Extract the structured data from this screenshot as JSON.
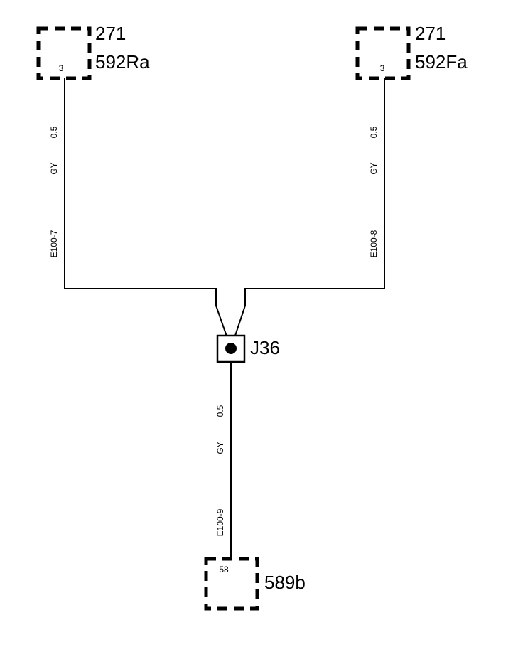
{
  "components": {
    "top_left": {
      "code": "271",
      "name": "592Ra",
      "pin": "3"
    },
    "top_right": {
      "code": "271",
      "name": "592Fa",
      "pin": "3"
    },
    "bottom": {
      "name": "589b",
      "pin": "58"
    }
  },
  "junction": {
    "name": "J36"
  },
  "wires": {
    "left": {
      "size": "0.5",
      "color": "GY",
      "id": "E100-7"
    },
    "right": {
      "size": "0.5",
      "color": "GY",
      "id": "E100-8"
    },
    "bottom": {
      "size": "0.5",
      "color": "GY",
      "id": "E100-9"
    }
  }
}
